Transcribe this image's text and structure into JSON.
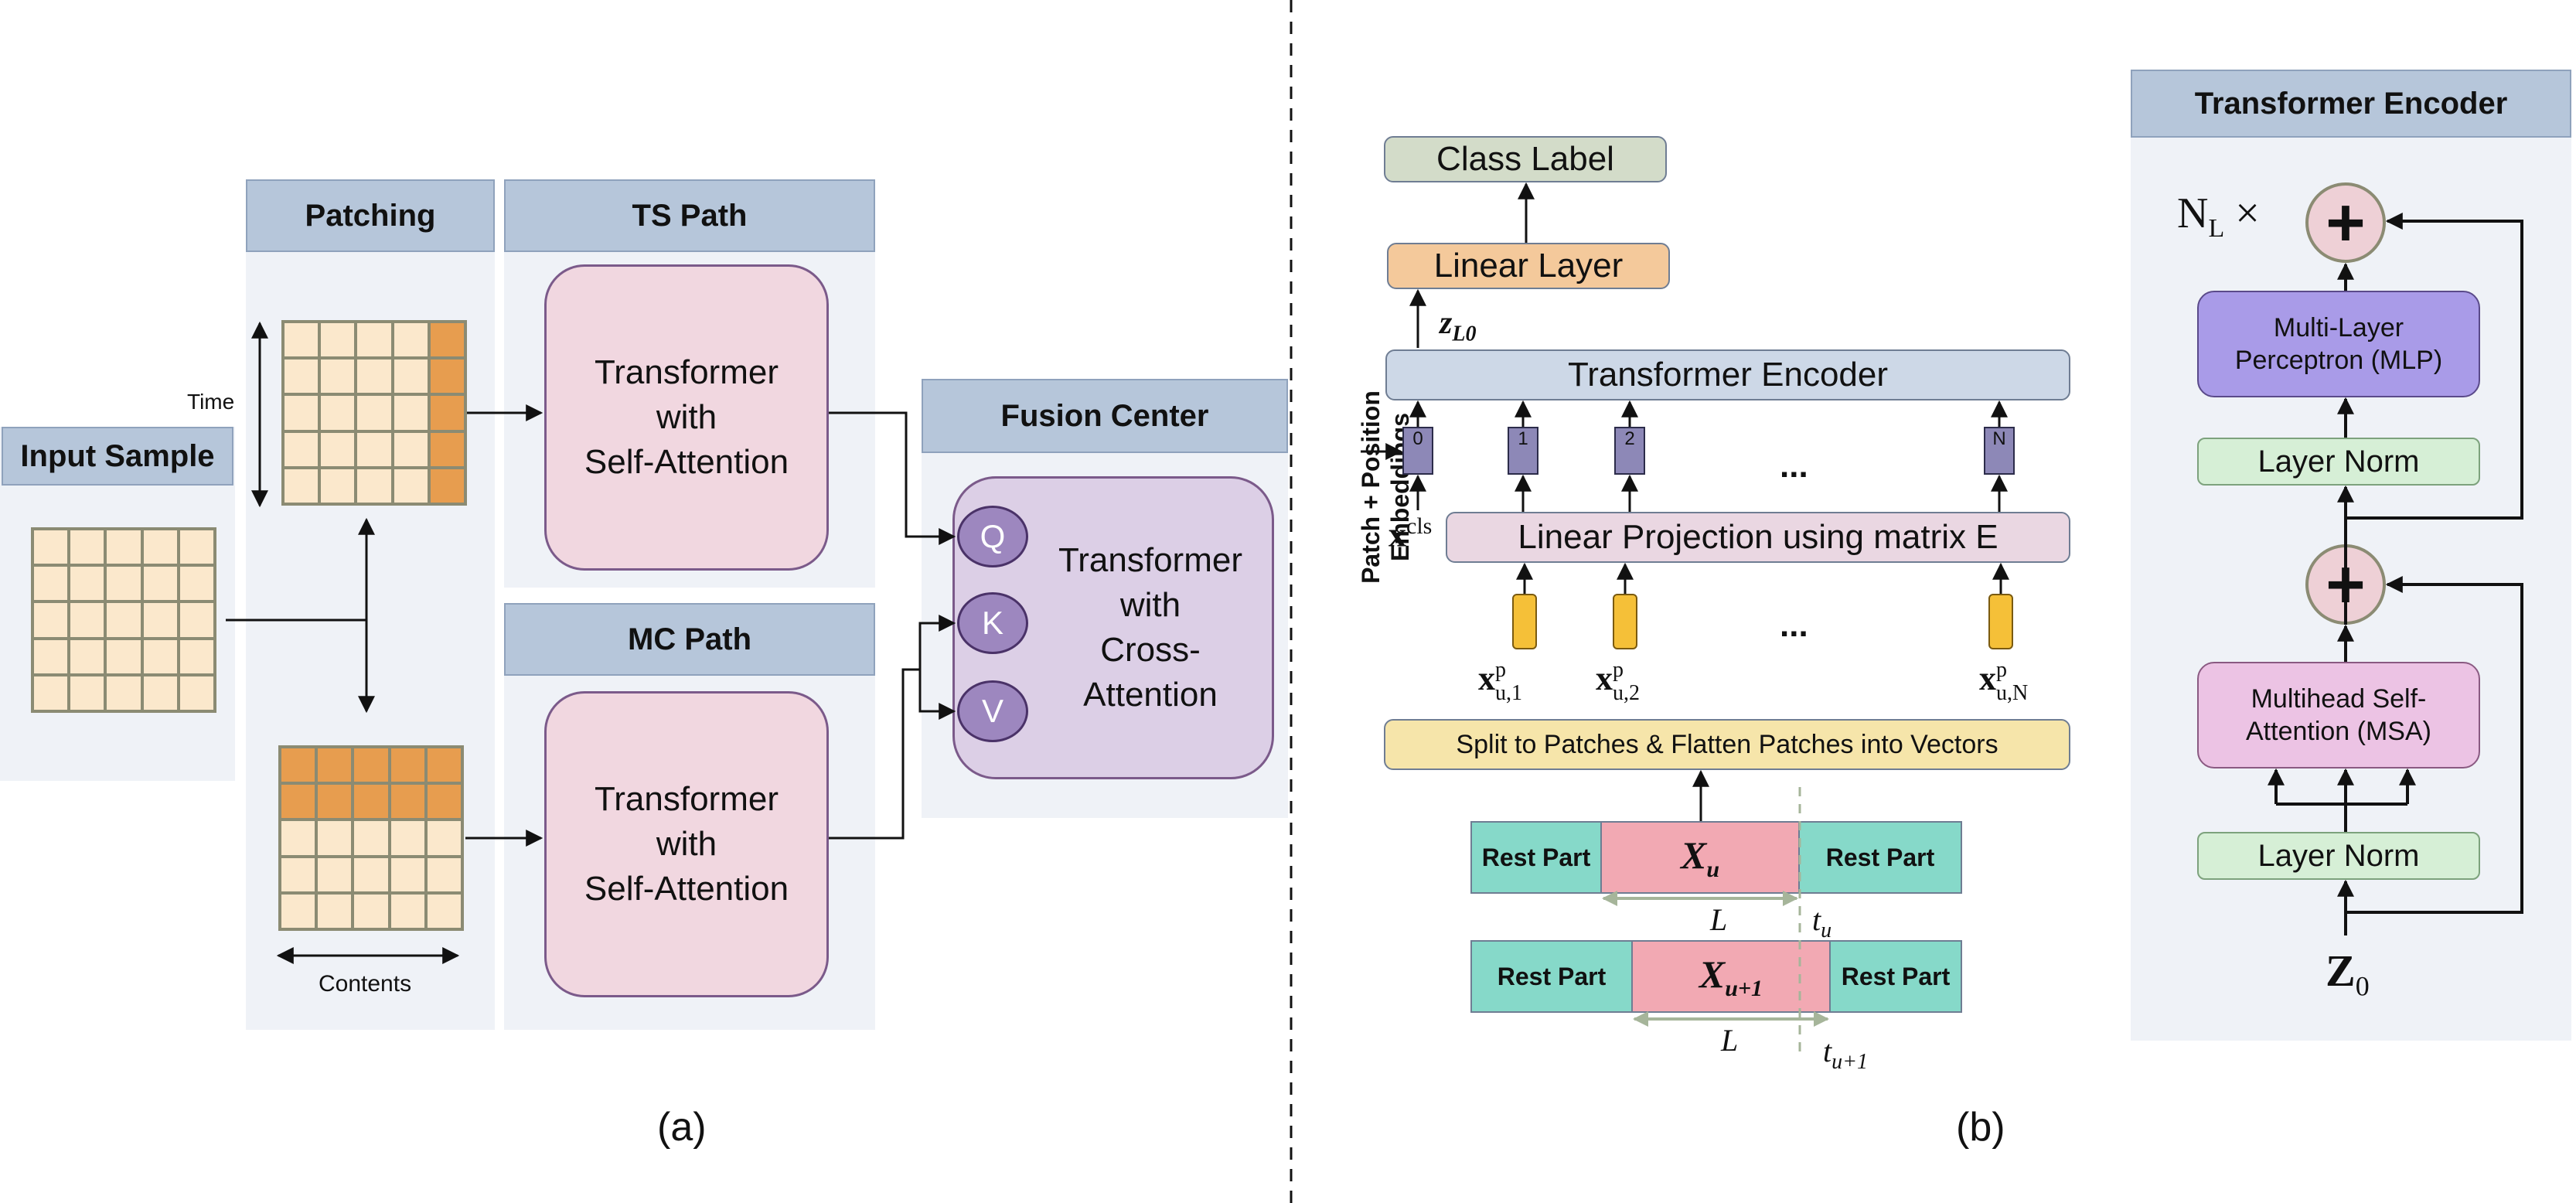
{
  "panel_a": {
    "input_sample": "Input Sample",
    "patching": "Patching",
    "time_label": "Time",
    "contents_label": "Contents",
    "ts_path": "TS Path",
    "mc_path": "MC Path",
    "ts_transformer": "Transformer\nwith\nSelf-Attention",
    "mc_transformer": "Transformer\nwith\nSelf-Attention",
    "fusion_center": "Fusion Center",
    "fusion_transformer": "Transformer\nwith\nCross-\nAttention",
    "q": "Q",
    "k": "K",
    "v": "V",
    "caption": "(a)"
  },
  "panel_b": {
    "class_label": "Class Label",
    "linear_layer": "Linear Layer",
    "z_l0": "z",
    "z_l0_sub": "L0",
    "transformer_encoder": "Transformer Encoder",
    "embeddings_label_1": "Patch + Position",
    "embeddings_label_2": "Embeddings",
    "x_cls": "x",
    "x_cls_sup": "cls",
    "emb_tokens": [
      "0",
      "1",
      "2",
      "N"
    ],
    "dots": "...",
    "linear_projection": "Linear Projection using matrix E",
    "patch_labels": [
      {
        "base": "x",
        "sup": "p",
        "sub": "u,1"
      },
      {
        "base": "x",
        "sup": "p",
        "sub": "u,2"
      },
      {
        "base": "x",
        "sup": "p",
        "sub": "u,N"
      }
    ],
    "split_label": "Split to Patches & Flatten Patches into Vectors",
    "rest_part": "Rest Part",
    "x_u": "X",
    "x_u_sub": "u",
    "x_u1": "X",
    "x_u1_sub": "u+1",
    "L": "L",
    "t_u": "t",
    "t_u_sub": "u",
    "t_u1": "t",
    "t_u1_sub": "u+1",
    "caption": "(b)"
  },
  "encoder_detail": {
    "title": "Transformer Encoder",
    "nl": "N",
    "nl_sub": "L",
    "times": "×",
    "plus": "+",
    "mlp": "Multi-Layer\nPerceptron (MLP)",
    "layer_norm": "Layer Norm",
    "msa": "Multihead Self-\nAttention (MSA)",
    "z0": "Z",
    "z0_sub": "0"
  }
}
